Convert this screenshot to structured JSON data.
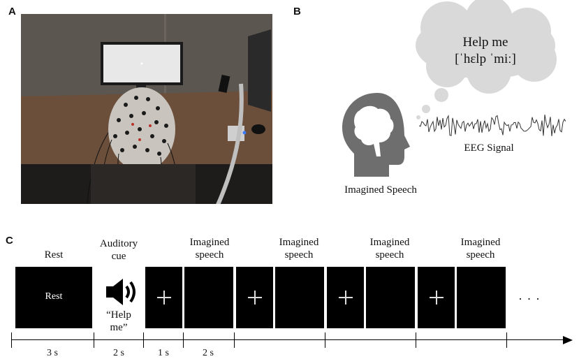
{
  "panels": {
    "a": "A",
    "b": "B",
    "c": "C"
  },
  "panel_b": {
    "thought_line1": "Help me",
    "thought_line2": "[ˈhɛlp ˈmiː]",
    "eeg_label": "EEG Signal",
    "head_label": "Imagined Speech"
  },
  "panel_c": {
    "rest_caption": "Rest",
    "rest_block_text": "Rest",
    "cue_caption_1": "Auditory",
    "cue_caption_2": "cue",
    "cue_word_1": "“Help",
    "cue_word_2": "me”",
    "imagined_1": "Imagined",
    "imagined_2": "speech",
    "ellipsis": "· · ·",
    "durations": [
      "3 s",
      "2 s",
      "1 s",
      "2 s"
    ]
  },
  "icons": [
    "speaker-icon",
    "head-brain-icon",
    "fixation-cross-icon"
  ]
}
